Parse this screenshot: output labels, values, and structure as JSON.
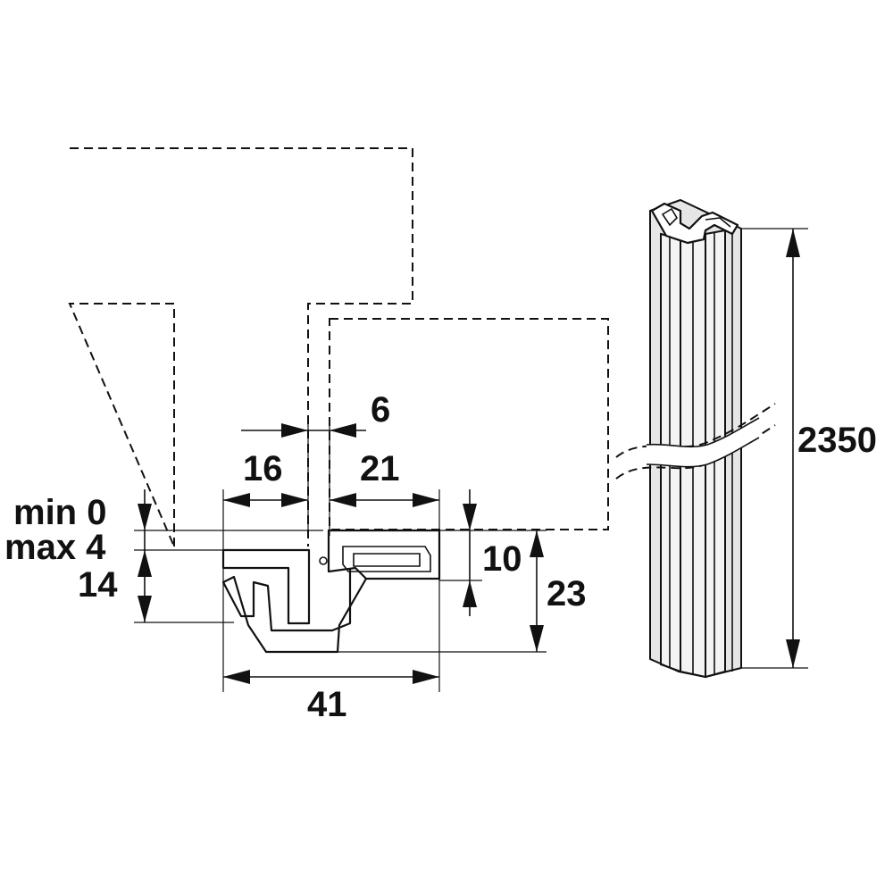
{
  "dimensions": {
    "d16": "16",
    "d21": "21",
    "d6": "6",
    "min0": "min 0",
    "max4": "max 4",
    "d14": "14",
    "d10": "10",
    "d23": "23",
    "d41": "41",
    "d2350": "2350"
  }
}
